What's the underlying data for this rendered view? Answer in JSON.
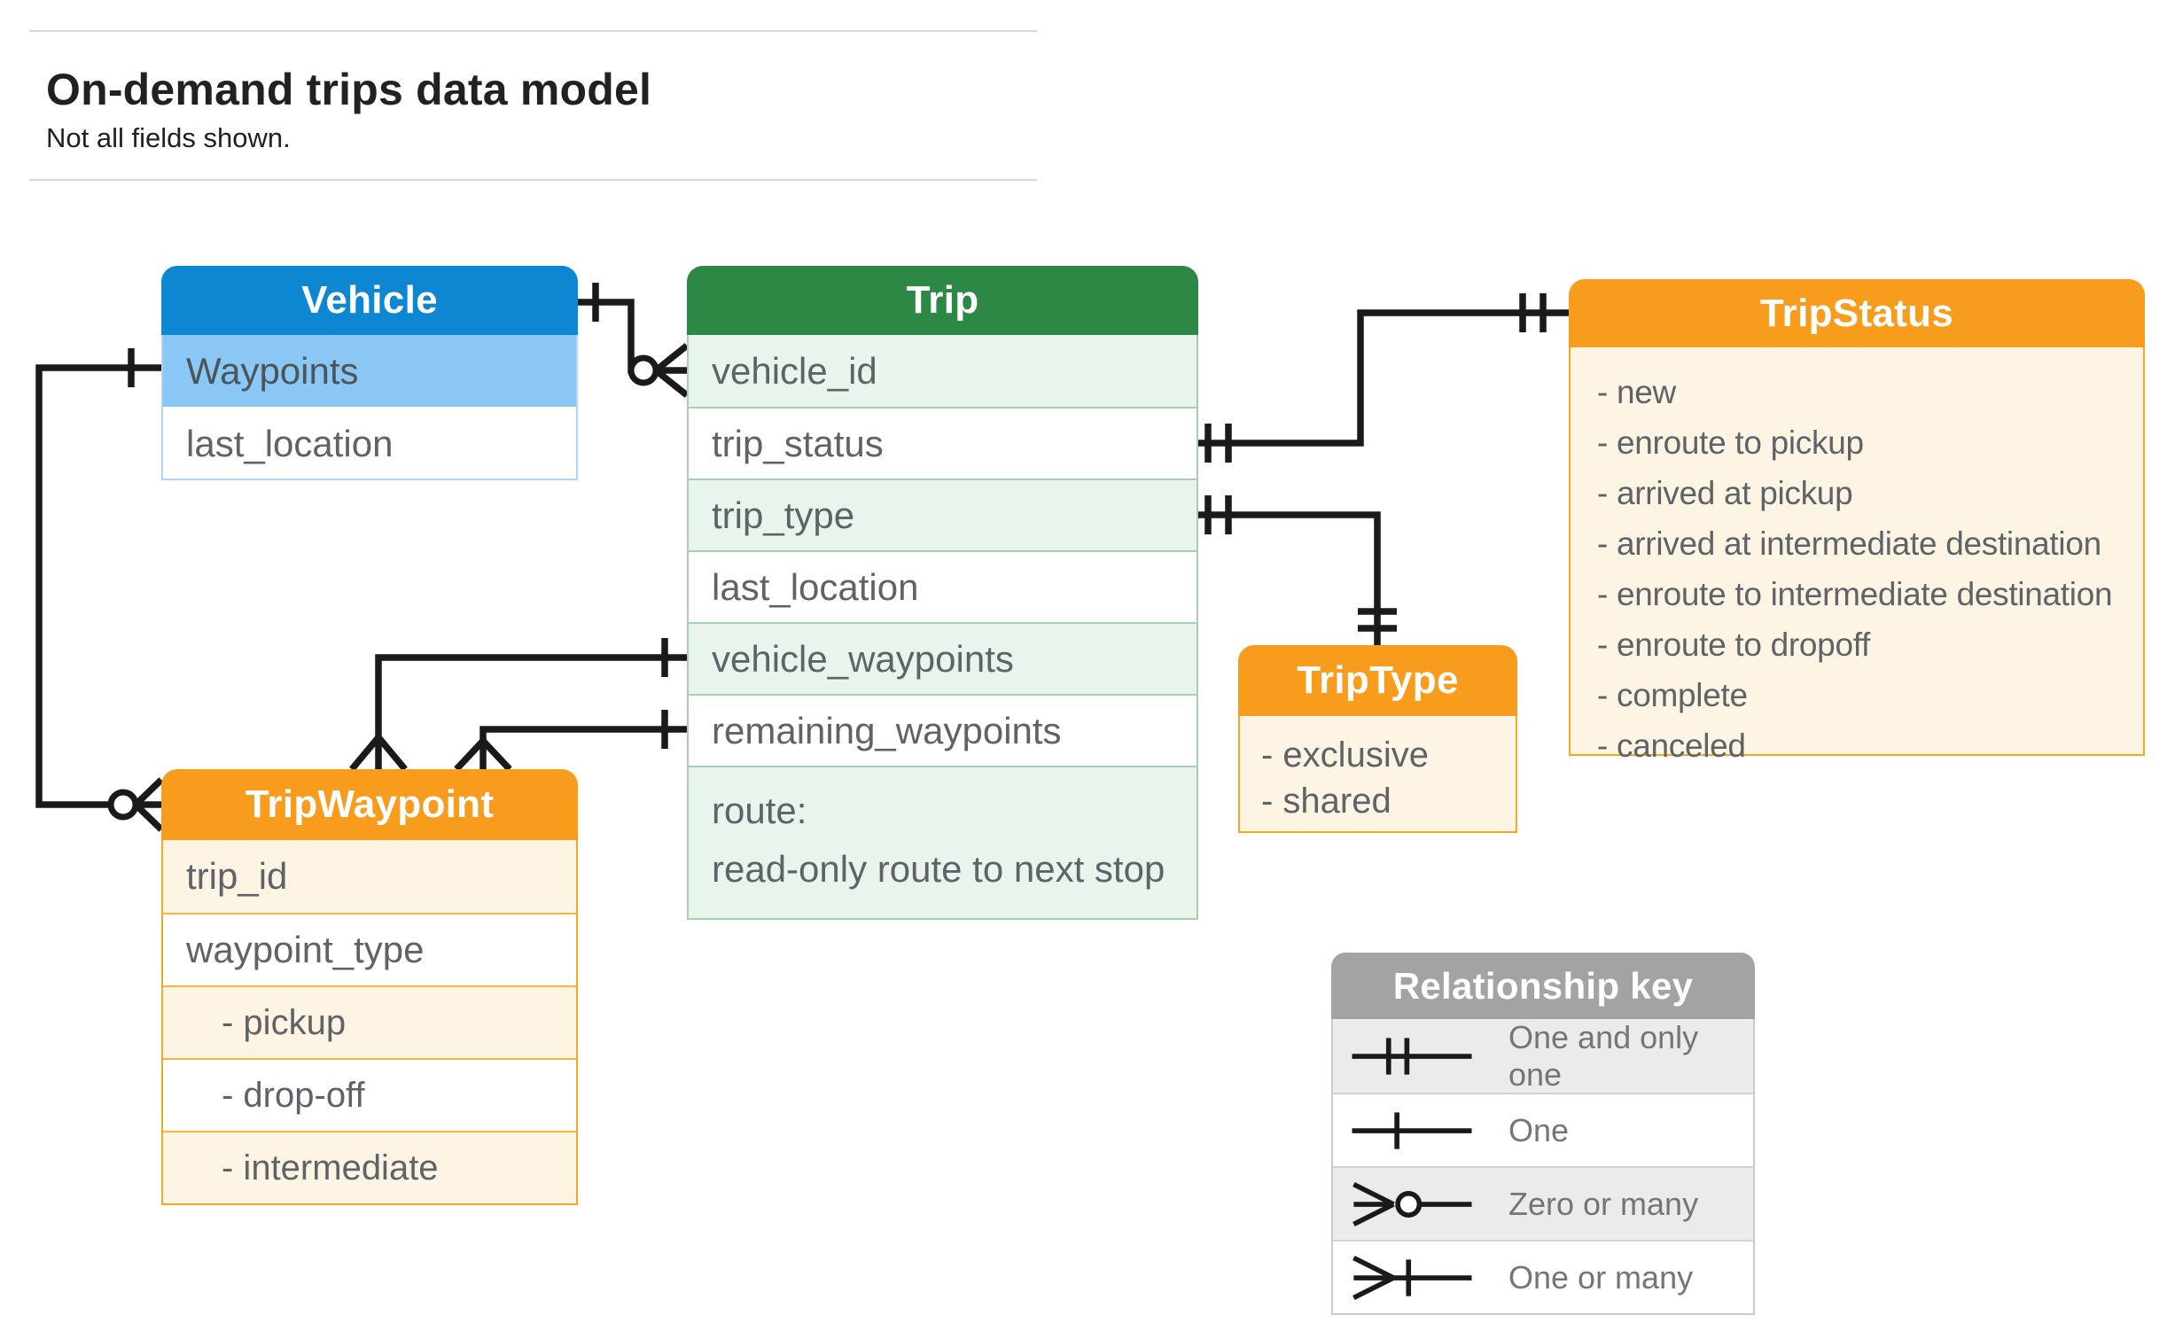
{
  "header": {
    "title": "On-demand trips data model",
    "subtitle": "Not all fields shown."
  },
  "entities": {
    "vehicle": {
      "title": "Vehicle",
      "fields": [
        {
          "label": "Waypoints",
          "highlighted": true
        },
        {
          "label": "last_location",
          "highlighted": false
        }
      ]
    },
    "trip": {
      "title": "Trip",
      "fields": [
        {
          "label": "vehicle_id"
        },
        {
          "label": "trip_status"
        },
        {
          "label": "trip_type"
        },
        {
          "label": "last_location"
        },
        {
          "label": "vehicle_waypoints"
        },
        {
          "label": "remaining_waypoints"
        },
        {
          "label": "route:",
          "sublabel": "read-only route to next stop"
        }
      ]
    },
    "trip_status": {
      "title": "TripStatus",
      "values": [
        "- new",
        "- enroute to pickup",
        "- arrived at pickup",
        "- arrived at intermediate destination",
        "- enroute to intermediate destination",
        "- enroute to dropoff",
        "- complete",
        "- canceled"
      ]
    },
    "trip_type": {
      "title": "TripType",
      "values": [
        "- exclusive",
        "- shared"
      ]
    },
    "trip_waypoint": {
      "title": "TripWaypoint",
      "fields": [
        {
          "label": "trip_id",
          "indent": false
        },
        {
          "label": "waypoint_type",
          "indent": false
        },
        {
          "label": "- pickup",
          "indent": true
        },
        {
          "label": "- drop-off",
          "indent": true
        },
        {
          "label": "- intermediate",
          "indent": true
        }
      ]
    }
  },
  "legend": {
    "title": "Relationship key",
    "rows": [
      {
        "symbol": "one-and-only-one",
        "label": "One and only one"
      },
      {
        "symbol": "one",
        "label": "One"
      },
      {
        "symbol": "zero-or-many",
        "label": "Zero or many"
      },
      {
        "symbol": "one-or-many",
        "label": "One or many"
      }
    ]
  },
  "relationships": [
    {
      "from": "Vehicle",
      "to": "Trip.vehicle_id",
      "from_cardinality": "one",
      "to_cardinality": "zero-or-many"
    },
    {
      "from": "Trip.trip_status",
      "to": "TripStatus",
      "from_cardinality": "one-and-only-one",
      "to_cardinality": "one-and-only-one"
    },
    {
      "from": "Trip.trip_type",
      "to": "TripType",
      "from_cardinality": "one-and-only-one",
      "to_cardinality": "one-and-only-one"
    },
    {
      "from": "Trip.vehicle_waypoints",
      "to": "TripWaypoint",
      "from_cardinality": "one",
      "to_cardinality": "many"
    },
    {
      "from": "Trip.remaining_waypoints",
      "to": "TripWaypoint",
      "from_cardinality": "one",
      "to_cardinality": "many"
    },
    {
      "from": "Vehicle.Waypoints",
      "to": "TripWaypoint",
      "from_cardinality": "one",
      "to_cardinality": "zero-or-many"
    }
  ],
  "colors": {
    "vehicle_header": "#0d87d1",
    "vehicle_highlight_row": "#8bc7f5",
    "trip_header": "#2d8745",
    "trip_alt_row": "#e9f4ec",
    "orange_header": "#f89c1e",
    "orange_body": "#fdf4e3",
    "legend_header": "#a3a3a3",
    "legend_alt_row": "#ebebeb",
    "connector": "#1a1a1a",
    "field_text": "#5f6368",
    "legend_text": "#757575"
  }
}
